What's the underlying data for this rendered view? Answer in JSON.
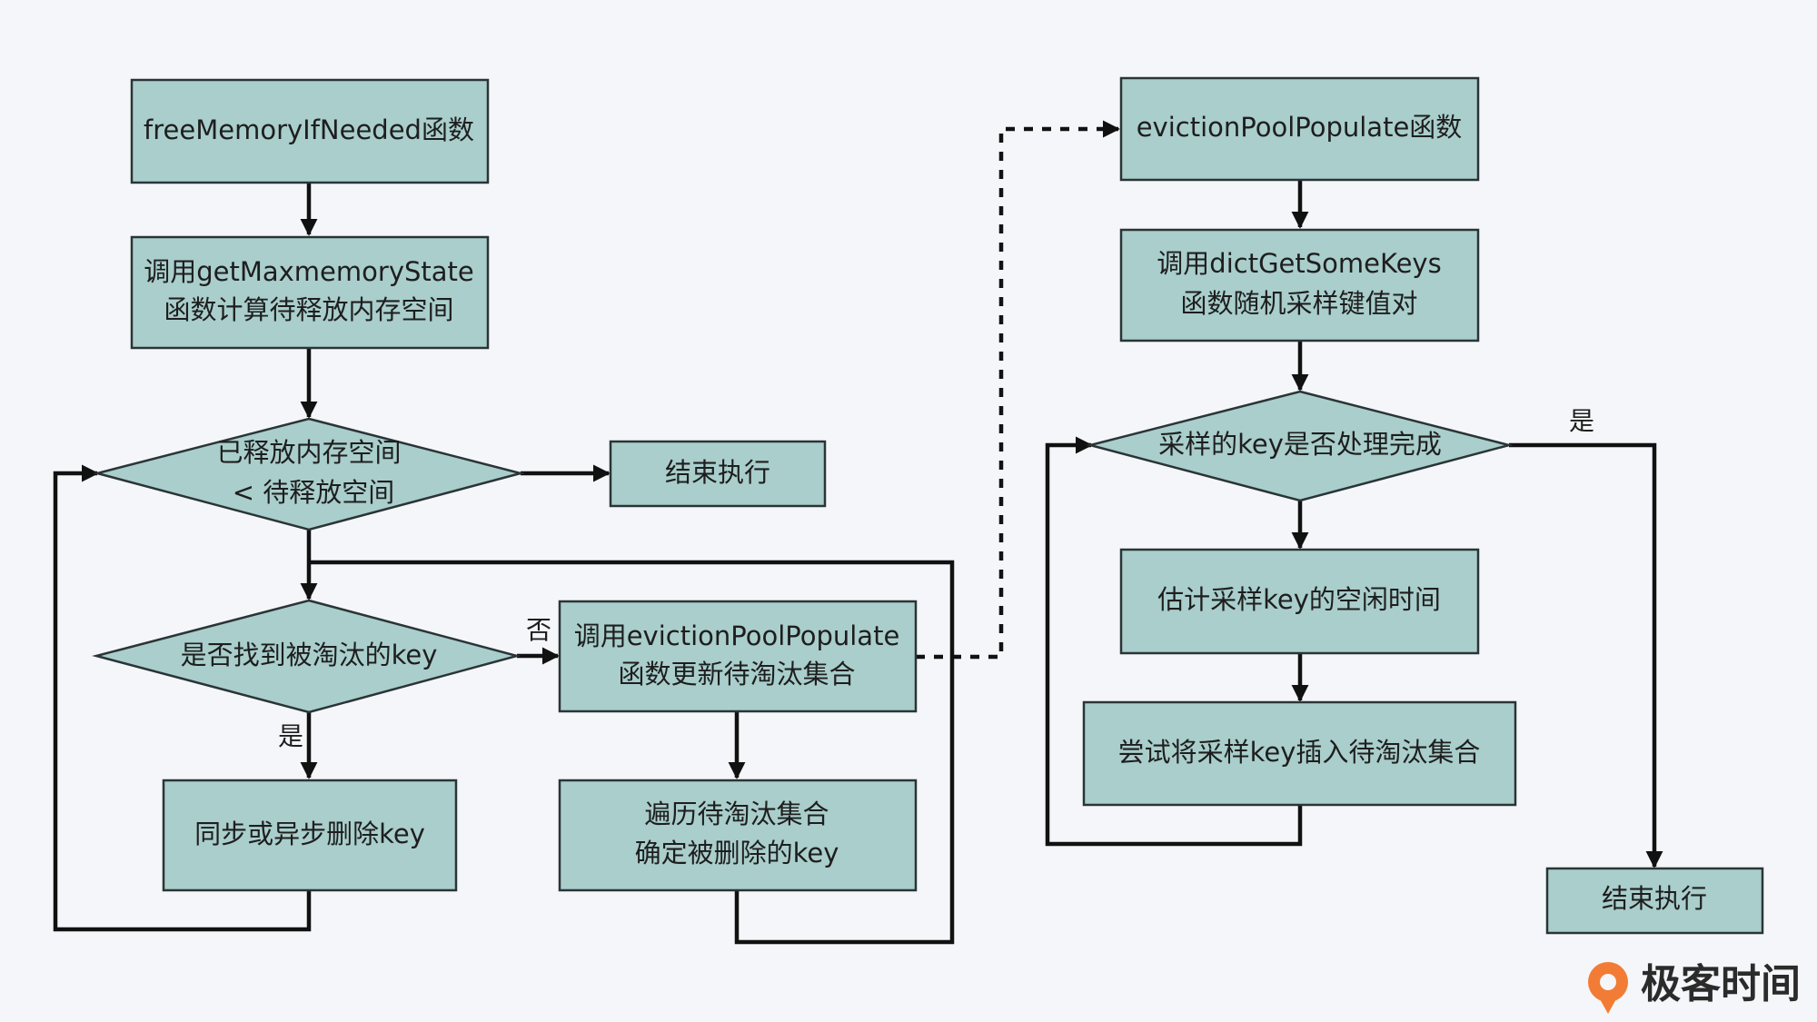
{
  "nodes": {
    "free_memory": [
      "freeMemoryIfNeeded函数"
    ],
    "get_maxmemory_state": [
      "调用getMaxmemoryState",
      "函数计算待释放内存空间"
    ],
    "freed_check": [
      "已释放内存空间",
      "< 待释放空间"
    ],
    "end_left": [
      "结束执行"
    ],
    "found_key_check": [
      "是否找到被淘汰的key"
    ],
    "call_populate": [
      "调用evictionPoolPopulate",
      "函数更新待淘汰集合"
    ],
    "delete_key": [
      "同步或异步删除key"
    ],
    "traverse_pool": [
      "遍历待淘汰集合",
      "确定被删除的key"
    ],
    "populate_func": [
      "evictionPoolPopulate函数"
    ],
    "dict_get_some_keys": [
      "调用dictGetSomeKeys",
      "函数随机采样键值对"
    ],
    "sampled_done_check": [
      "采样的key是否处理完成"
    ],
    "estimate_idle": [
      "估计采样key的空闲时间"
    ],
    "try_insert": [
      "尝试将采样key插入待淘汰集合"
    ],
    "end_right": [
      "结束执行"
    ]
  },
  "edge_labels": {
    "no": "否",
    "yes_left": "是",
    "yes_right": "是"
  },
  "logo": {
    "text": "极客时间",
    "icon": "geektime-logo-icon",
    "color": "#f27c35"
  }
}
